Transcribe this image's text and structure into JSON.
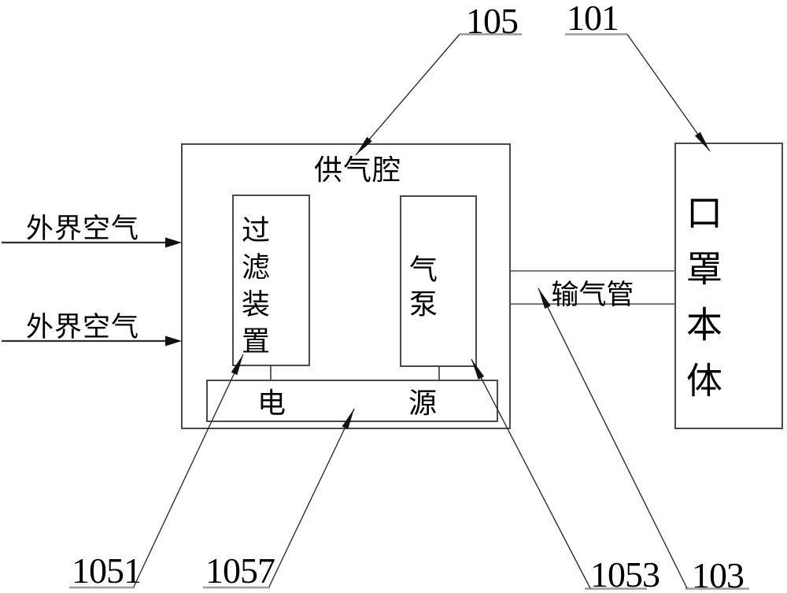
{
  "blocks": {
    "chamber": {
      "label": "供气腔"
    },
    "filter": {
      "label": "过滤装置"
    },
    "pump": {
      "label": "气泵"
    },
    "power": {
      "label": "电源",
      "char_left": "电",
      "char_right": "源"
    },
    "tube": {
      "label": "输气管"
    },
    "mask": {
      "label": "口罩本体"
    }
  },
  "inlets": {
    "top": "外界空气",
    "bottom": "外界空气"
  },
  "refs": {
    "chamber": "105",
    "mask": "101",
    "filter": "1051",
    "power": "1057",
    "pump": "1053",
    "tube": "103"
  },
  "colors": {
    "background": "#ffffff",
    "text": "#000000",
    "box_border": "#4a4a4a",
    "leader_line": "#2f2f2f",
    "underline": "#9a9a9a",
    "tube_line": "#787878",
    "arrow_fill": "#111111"
  }
}
